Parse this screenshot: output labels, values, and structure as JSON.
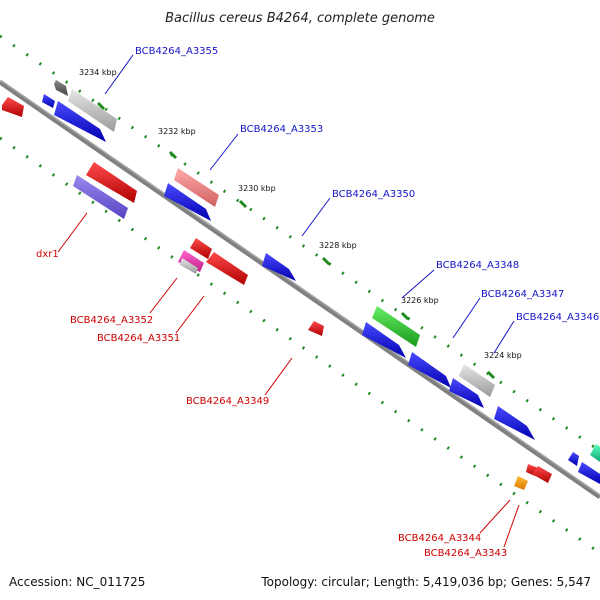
{
  "title": "Bacillus cereus B4264, complete genome",
  "ticks": [
    "3234 kbp",
    "3232 kbp",
    "3230 kbp",
    "3228 kbp",
    "3226 kbp",
    "3224 kbp"
  ],
  "genes_top": [
    "BCB4264_A3355",
    "BCB4264_A3353",
    "BCB4264_A3350",
    "BCB4264_A3348",
    "BCB4264_A3347",
    "BCB4264_A3346"
  ],
  "genes_bottom": [
    "dxr1",
    "BCB4264_A3352",
    "BCB4264_A3351",
    "BCB4264_A3349",
    "BCB4264_A3344",
    "BCB4264_A3343"
  ],
  "footer": {
    "accession": "Accession: NC_011725",
    "summary": "Topology: circular; Length: 5,419,036 bp; Genes: 5,547"
  },
  "colors": {
    "backbone": "#7a7a7a",
    "tick_dots": "#1f8a1f",
    "forward_cds": "#1010e0",
    "reverse_cds": "#e01010",
    "label_top": "#1515c8",
    "label_bottom": "#d00000"
  }
}
